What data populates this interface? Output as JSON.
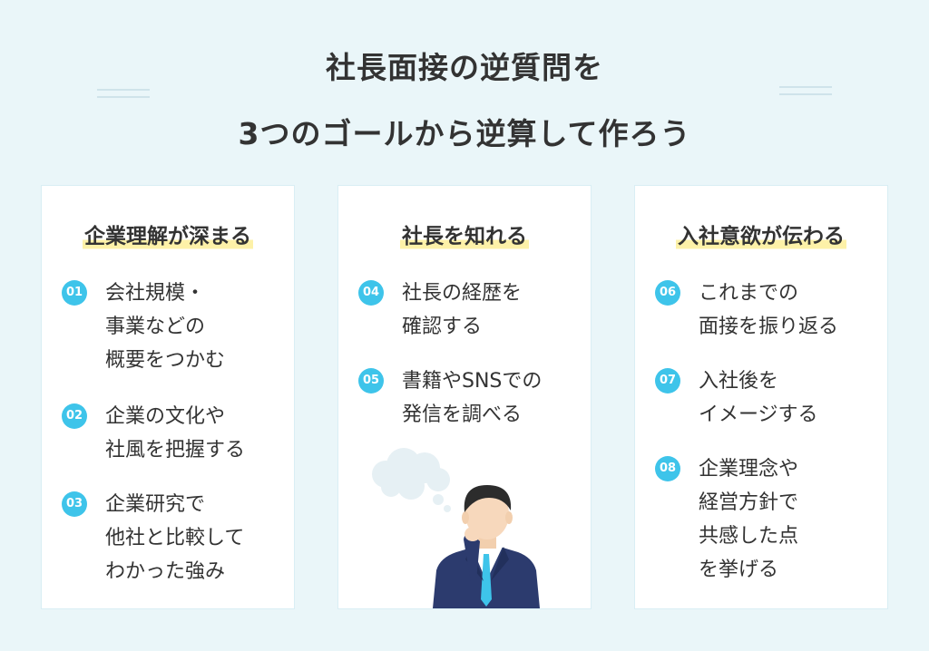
{
  "title": {
    "line1": "社長面接の逆質問を",
    "line2": "3つのゴールから逆算して作ろう"
  },
  "colors": {
    "background": "#eaf6f9",
    "card": "#ffffff",
    "accent": "#3ec4ea",
    "highlight": "#fdf1a8",
    "text": "#333333",
    "suit": "#2c3b6e",
    "tie": "#3ec4ea"
  },
  "cards": [
    {
      "title": "企業理解が深まる",
      "items": [
        {
          "num": "01",
          "text": "会社規模・\n事業などの\n概要をつかむ"
        },
        {
          "num": "02",
          "text": "企業の文化や\n社風を把握する"
        },
        {
          "num": "03",
          "text": "企業研究で\n他社と比較して\nわかった強み"
        }
      ]
    },
    {
      "title": "社長を知れる",
      "items": [
        {
          "num": "04",
          "text": "社長の経歴を\n確認する"
        },
        {
          "num": "05",
          "text": "書籍やSNSでの\n発信を調べる"
        }
      ],
      "illustration": "thinking-businessman-icon"
    },
    {
      "title": "入社意欲が伝わる",
      "items": [
        {
          "num": "06",
          "text": "これまでの\n面接を振り返る"
        },
        {
          "num": "07",
          "text": "入社後を\nイメージする"
        },
        {
          "num": "08",
          "text": "企業理念や\n経営方針で\n共感した点\nを挙げる"
        }
      ]
    }
  ]
}
